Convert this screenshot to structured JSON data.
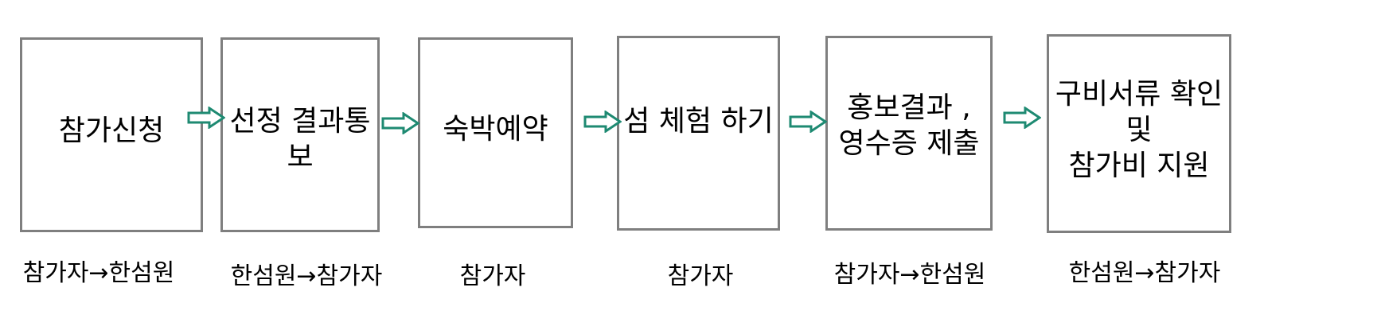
{
  "accent_color": "#1e8a72",
  "steps": [
    {
      "label": "참가신청",
      "role": "참가자→한섬원"
    },
    {
      "label": "선정 결과통보",
      "role": "한섬원→참가자"
    },
    {
      "label": "숙박예약",
      "role": "참가자"
    },
    {
      "label": "섬 체험 하기",
      "role": "참가자"
    },
    {
      "label": "홍보결과 ,\n영수증 제출",
      "role": "참가자→한섬원"
    },
    {
      "label": "구비서류 확인 및\n참가비 지원",
      "role": "한섬원→참가자"
    }
  ],
  "arrow_icon": "right-block-arrow-icon"
}
